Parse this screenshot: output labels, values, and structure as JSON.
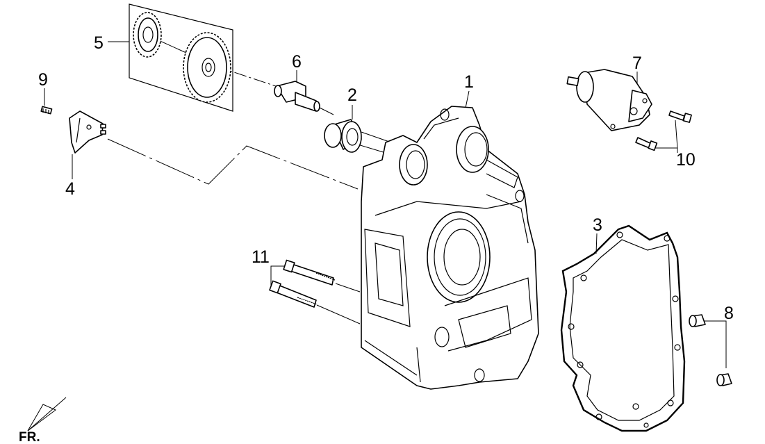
{
  "diagram": {
    "callouts": [
      {
        "id": "1",
        "text": "1"
      },
      {
        "id": "2",
        "text": "2"
      },
      {
        "id": "3",
        "text": "3"
      },
      {
        "id": "4",
        "text": "4"
      },
      {
        "id": "5",
        "text": "5"
      },
      {
        "id": "6",
        "text": "6"
      },
      {
        "id": "7",
        "text": "7"
      },
      {
        "id": "8",
        "text": "8"
      },
      {
        "id": "9",
        "text": "9"
      },
      {
        "id": "10",
        "text": "10"
      },
      {
        "id": "11",
        "text": "11"
      }
    ],
    "orientation_label": "FR."
  }
}
